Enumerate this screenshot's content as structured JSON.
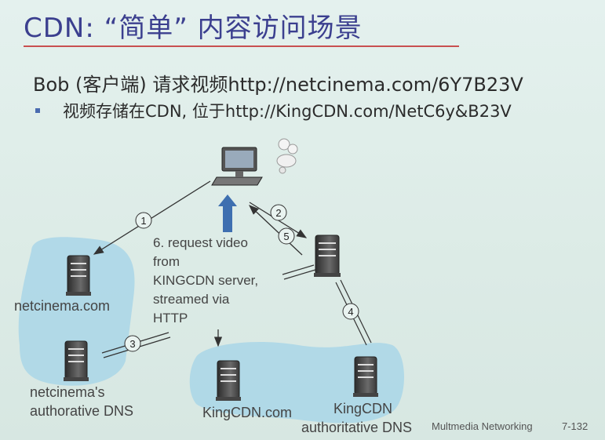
{
  "slide": {
    "title": "CDN: “简单” 内容访问场景",
    "subtitle": "Bob (客户端) 请求视频http://netcinema.com/6Y7B23V",
    "bullet": "视频存储在CDN, 位于http://KingCDN.com/NetC6y&B23V"
  },
  "diagram": {
    "nodes": {
      "netcinema": "netcinema.com",
      "netcinema_dns_line1": "netcinema's",
      "netcinema_dns_line2": "authorative DNS",
      "kingcdn": "KingCDN.com",
      "kingcdn_dns_line1": "KingCDN",
      "kingcdn_dns_line2": "authoritative DNS"
    },
    "steps": {
      "s1": "1",
      "s2": "2",
      "s3": "3",
      "s4": "4",
      "s5": "5"
    },
    "step6_lines": [
      "6. request video",
      "from",
      "KINGCDN server,",
      "streamed via",
      "HTTP"
    ]
  },
  "footer": {
    "course": "Multmedia Networking",
    "page": "7-132"
  },
  "colors": {
    "title": "#3b3f8f",
    "rule": "#c85050",
    "region": "#a9d6e8",
    "server": "#4a4a4a",
    "arrow_blue": "#3e6fb0"
  }
}
